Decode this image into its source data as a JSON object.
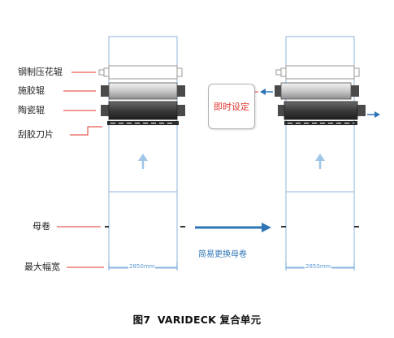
{
  "labels": {
    "embossing_roller": "钢制压花辊",
    "rubber_roller": "施胶辊",
    "ceramic_roller": "陶瓷辊",
    "doctor_blade": "刮胶刀片",
    "mother_roll": "母卷",
    "max_width": "最大幅宽"
  },
  "instant_setting": "即时设定",
  "quick_change": "简易更换母卷",
  "width_left": "2850mm",
  "width_right": "2850mm",
  "caption": {
    "figure": "图7",
    "title": "VARIDECK 复合单元"
  },
  "colors": {
    "leader_line": "#e0352b",
    "arrow_blue": "#2e75b6",
    "frame_line": "#8fb4dd",
    "roller_light": "#d8d8d8",
    "roller_dark": "#3c3c3c"
  }
}
